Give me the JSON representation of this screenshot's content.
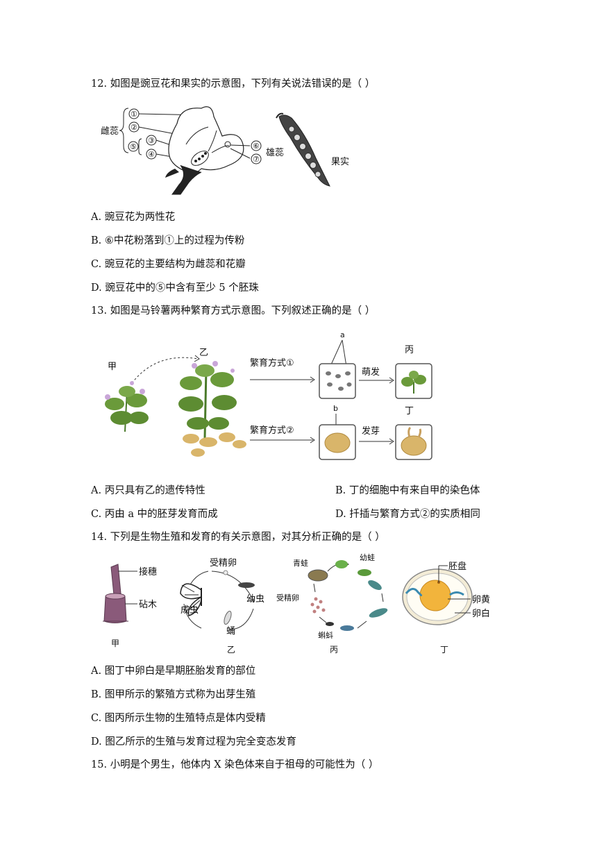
{
  "q12": {
    "stem": "12.  如图是豌豆花和果实的示意图，下列有关说法错误的是（        ）",
    "figure": {
      "label_pistil": "雌蕊",
      "label_stamen": "雄蕊",
      "label_fruit": "果实",
      "n1": "①",
      "n2": "②",
      "n3": "③",
      "n4": "④",
      "n5": "⑤",
      "n6": "⑥",
      "n7": "⑦"
    },
    "options": [
      "A.  豌豆花为两性花",
      "B. ⑥中花粉落到①上的过程为传粉",
      "C.  豌豆花的主要结构为雌蕊和花瓣",
      "D.  豌豆花中的⑤中含有至少 5 个胚珠"
    ]
  },
  "q13": {
    "stem": "13.  如图是马铃薯两种繁育方式示意图。下列叙述正确的是（        ）",
    "figure": {
      "jia": "甲",
      "yi": "乙",
      "bing": "丙",
      "ding": "丁",
      "method1": "繁育方式①",
      "method2": "繁育方式②",
      "sprout1": "萌发",
      "sprout2": "发芽",
      "a": "a",
      "b": "b"
    },
    "options": [
      "A.  丙只具有乙的遗传特性",
      "B.  丁的细胞中有来自甲的染色体",
      "C.  丙由 a 中的胚芽发育而成",
      "D.  扦插与繁育方式②的实质相同"
    ]
  },
  "q14": {
    "stem": "14.  下列是生物生殖和发育的有关示意图，对其分析正确的是（        ）",
    "figure": {
      "scion": "接穗",
      "stock": "砧木",
      "cap_jia": "甲",
      "fert_egg": "受精卵",
      "larva": "幼虫",
      "pupa": "蛹",
      "adult": "成虫",
      "cap_yi": "乙",
      "frog": "青蛙",
      "froglet": "幼蛙",
      "fert_egg2": "受精卵",
      "tadpole": "蝌蚪",
      "cap_bing": "丙",
      "germ_disc": "胚盘",
      "yolk": "卵黄",
      "albumen": "卵白",
      "cap_ding": "丁"
    },
    "options": [
      "A.  图丁中卵白是早期胚胎发育的部位",
      "B.  图甲所示的繁殖方式称为出芽生殖",
      "C.  图丙所示生物的生殖特点是体内受精",
      "D.  图乙所示的生殖与发育过程为完全变态发育"
    ]
  },
  "q15": {
    "stem": "15.  小明是个男生，他体内 X 染色体来自于祖母的可能性为（        ）"
  },
  "colors": {
    "plant_green": "#6a9a3a",
    "potato_tan": "#d9b56a",
    "yolk_orange": "#f2b43c",
    "egg_shell": "#f3ecd6",
    "stock_purple": "#8a5a7a"
  }
}
